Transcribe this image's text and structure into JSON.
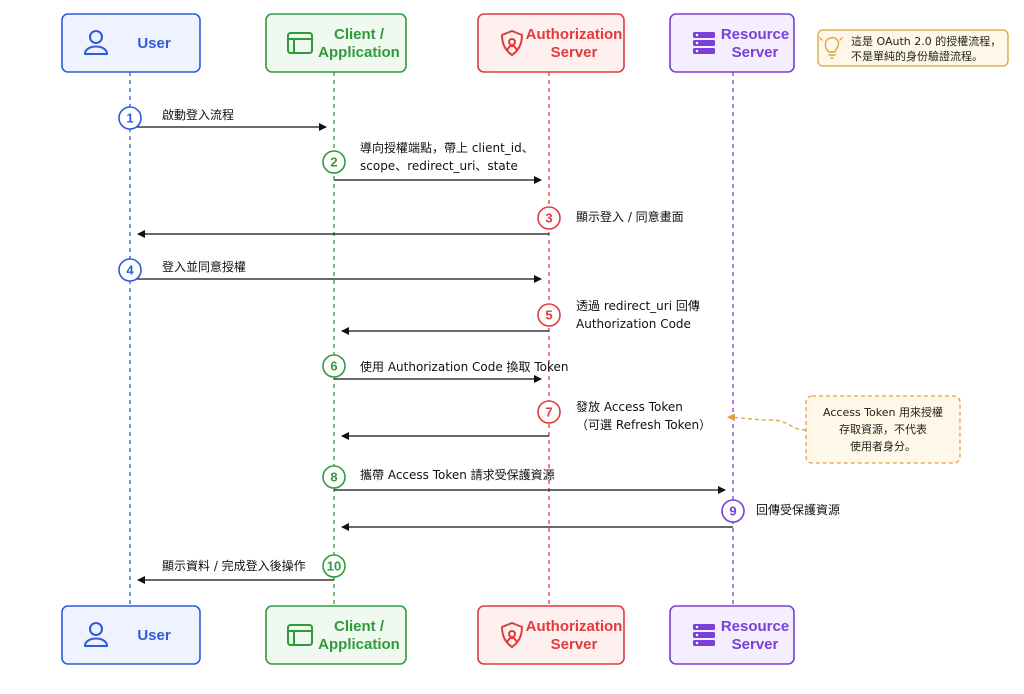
{
  "colors": {
    "user": "#2F5BD8",
    "user_bg": "#EEF3FF",
    "client": "#2E9B3A",
    "client_bg": "#EFF9EF",
    "auth": "#E23B3B",
    "auth_bg": "#FFF0F0",
    "resource": "#7A3FD6",
    "resource_bg": "#F4EEFF",
    "note_border": "#D9A441",
    "note_bg": "#FFF8E8"
  },
  "participants": [
    {
      "id": "user",
      "lines": [
        "User"
      ],
      "icon": "user-icon"
    },
    {
      "id": "client",
      "lines": [
        "Client /",
        "Application"
      ],
      "icon": "browser-window-icon"
    },
    {
      "id": "auth",
      "lines": [
        "Authorization",
        "Server"
      ],
      "icon": "shield-icon"
    },
    {
      "id": "resource",
      "lines": [
        "Resource",
        "Server"
      ],
      "icon": "server-stack-icon"
    }
  ],
  "top_note": {
    "icon": "lightbulb-icon",
    "lines": [
      "這是 OAuth 2.0 的授權流程，",
      "不是單純的身份驗證流程。"
    ]
  },
  "side_note": {
    "lines": [
      "Access Token 用來授權",
      "存取資源，不代表",
      "使用者身分。"
    ]
  },
  "messages": [
    {
      "n": "1",
      "from": "user",
      "to": "client",
      "lines": [
        "啟動登入流程"
      ]
    },
    {
      "n": "2",
      "from": "client",
      "to": "auth",
      "lines": [
        "導向授權端點，帶上 client_id、",
        "scope、redirect_uri、state"
      ]
    },
    {
      "n": "3",
      "from": "auth",
      "to": "user",
      "lines": [
        "顯示登入 / 同意畫面"
      ]
    },
    {
      "n": "4",
      "from": "user",
      "to": "auth",
      "lines": [
        "登入並同意授權"
      ]
    },
    {
      "n": "5",
      "from": "auth",
      "to": "client",
      "lines": [
        "透過 redirect_uri 回傳",
        "Authorization Code"
      ]
    },
    {
      "n": "6",
      "from": "client",
      "to": "auth",
      "lines": [
        "使用 Authorization Code 換取 Token"
      ]
    },
    {
      "n": "7",
      "from": "auth",
      "to": "client",
      "lines": [
        "發放 Access Token",
        "（可選 Refresh Token）"
      ]
    },
    {
      "n": "8",
      "from": "client",
      "to": "resource",
      "lines": [
        "攜帶 Access Token 請求受保護資源"
      ]
    },
    {
      "n": "9",
      "from": "resource",
      "to": "client",
      "lines": [
        "回傳受保護資源"
      ]
    },
    {
      "n": "10",
      "from": "client",
      "to": "user",
      "lines": [
        "顯示資料 / 完成登入後操作"
      ]
    }
  ]
}
